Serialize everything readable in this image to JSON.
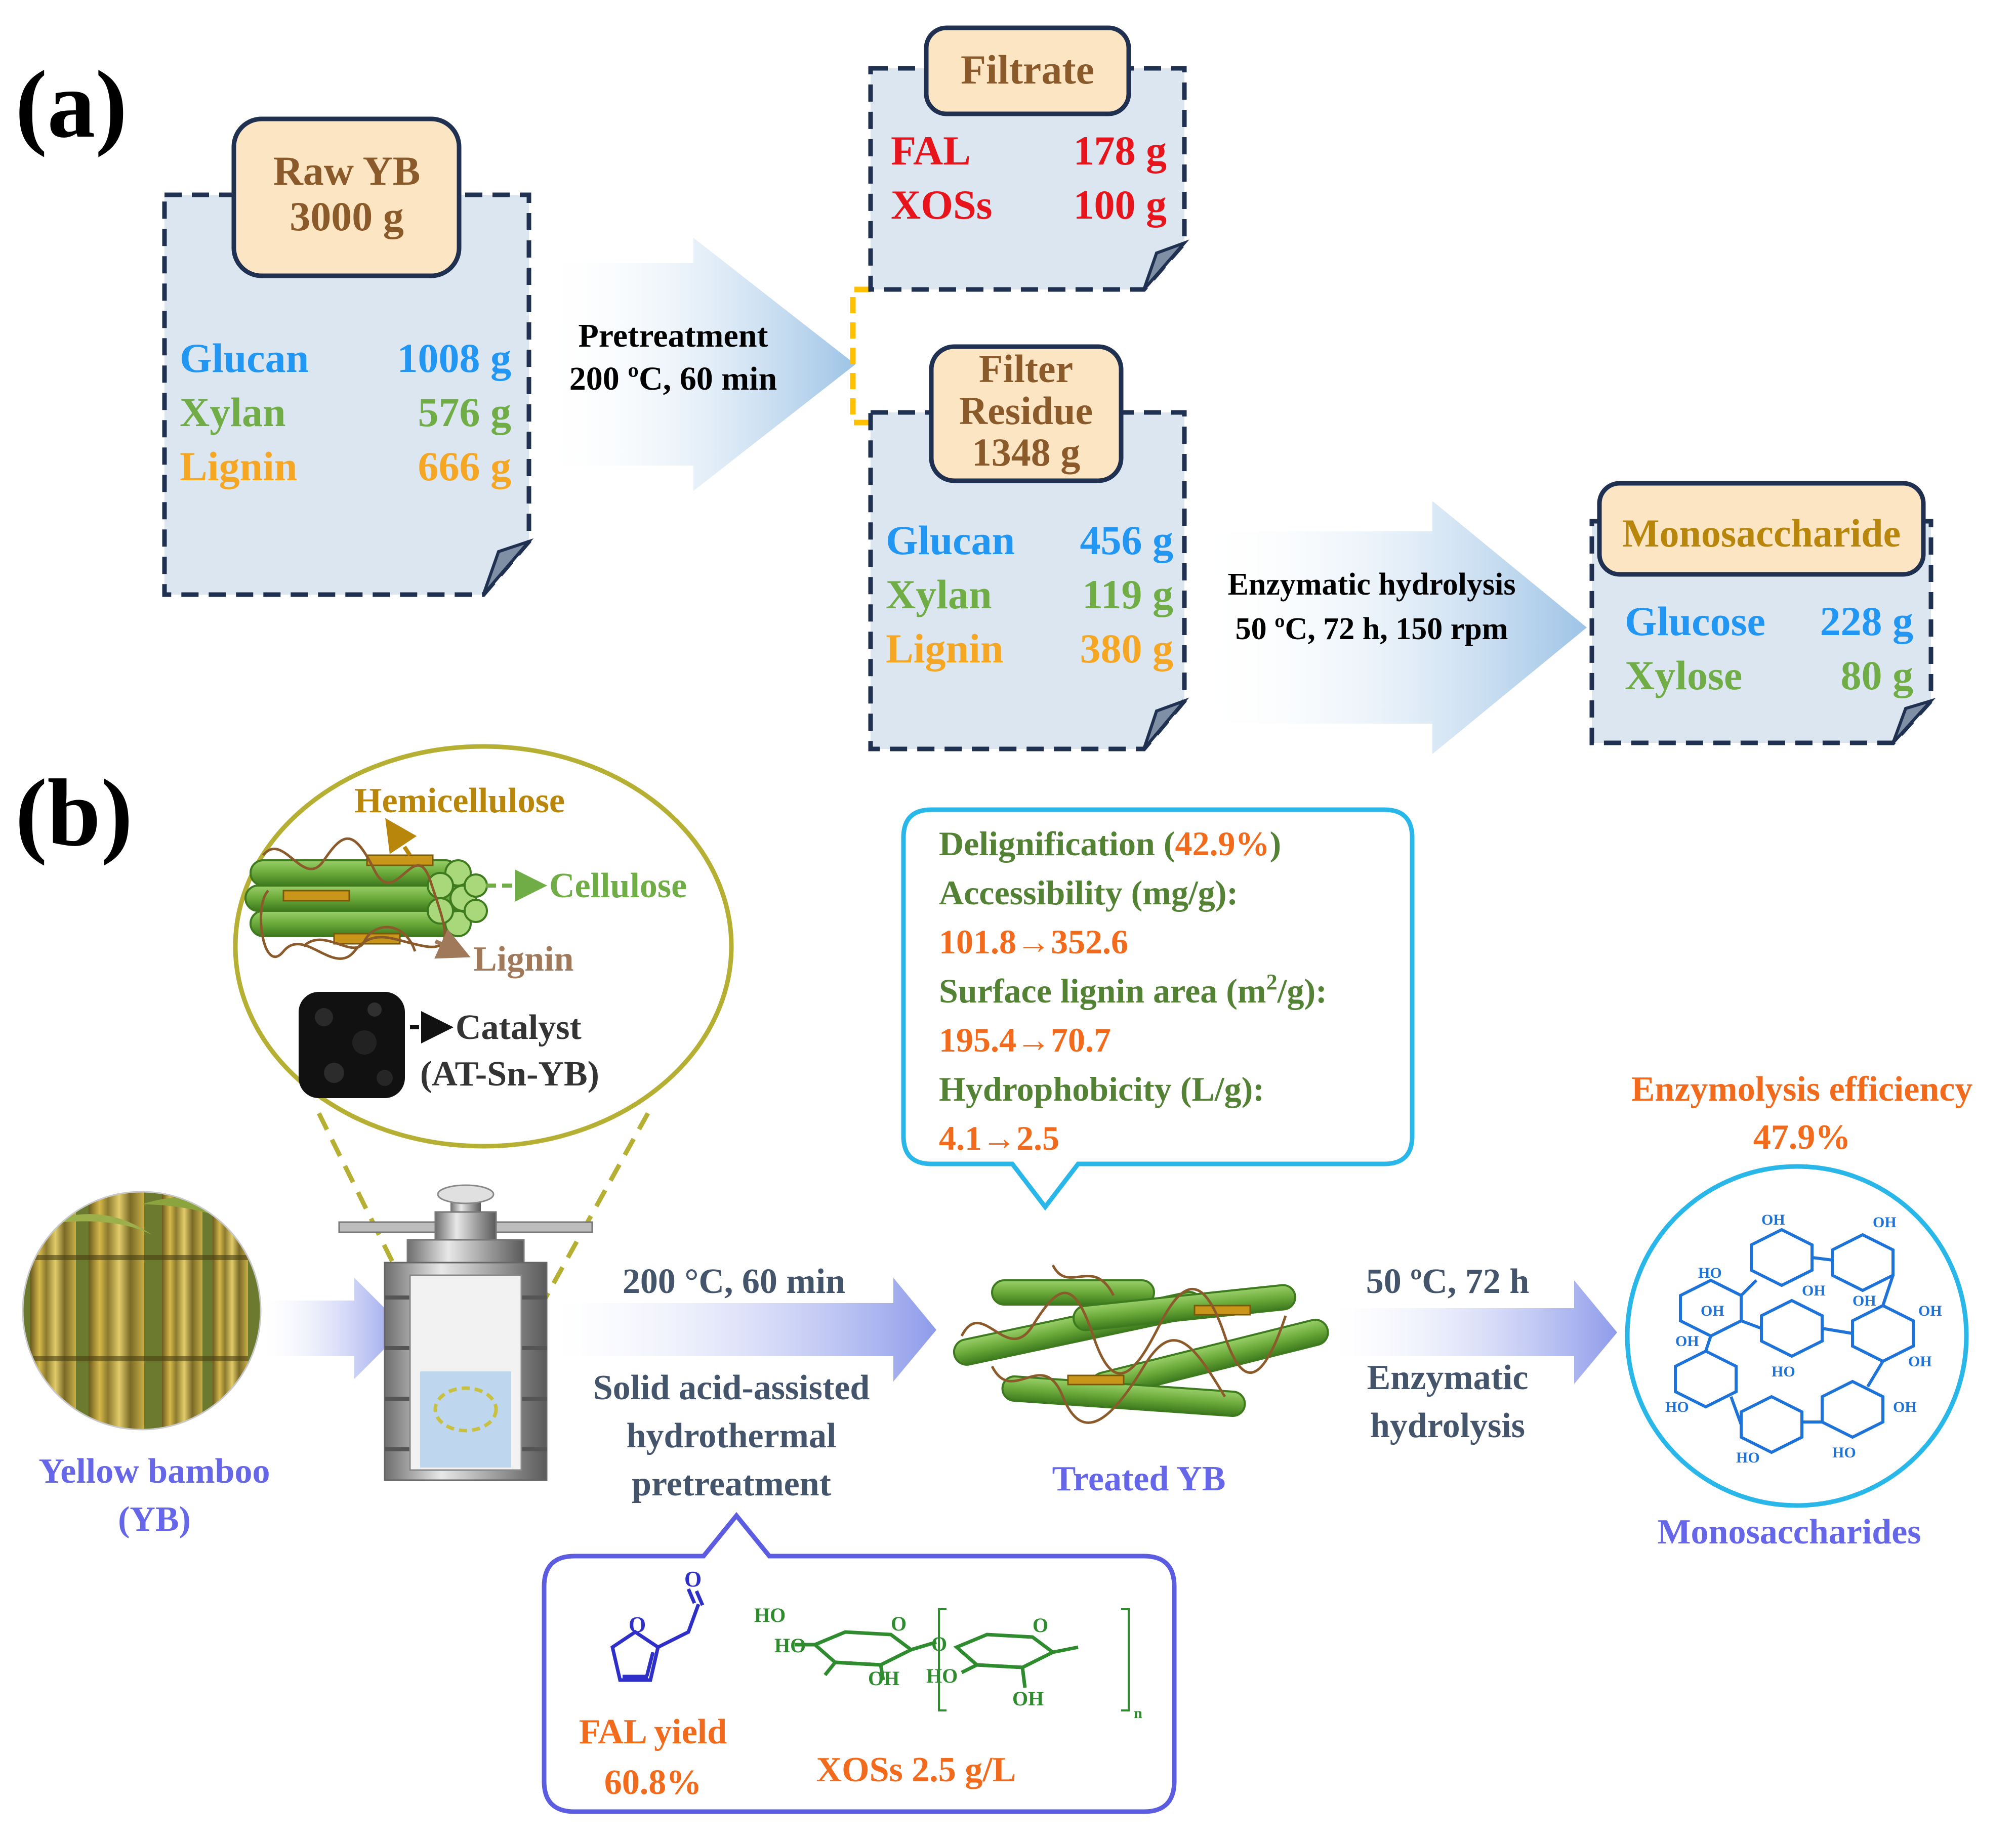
{
  "panel_a": {
    "label": "(a)",
    "raw": {
      "title_line1": "Raw YB",
      "title_line2": "3000 g",
      "rows": [
        {
          "name": "Glucan",
          "value": "1008 g",
          "color": "#2196F3"
        },
        {
          "name": "Xylan",
          "value": "576 g",
          "color": "#70AD47"
        },
        {
          "name": "Lignin",
          "value": "666 g",
          "color": "#F5A623"
        }
      ]
    },
    "pretreatment": {
      "line1": "Pretreatment",
      "line2": "200 ºC, 60 min"
    },
    "filtrate": {
      "title": "Filtrate",
      "rows": [
        {
          "name": "FAL",
          "value": "178 g",
          "color": "#E8141C"
        },
        {
          "name": "XOSs",
          "value": "100 g",
          "color": "#E8141C"
        }
      ]
    },
    "residue": {
      "title_line1": "Filter",
      "title_line2": "Residue",
      "title_line3": "1348 g",
      "rows": [
        {
          "name": "Glucan",
          "value": "456 g",
          "color": "#2196F3"
        },
        {
          "name": "Xylan",
          "value": "119 g",
          "color": "#70AD47"
        },
        {
          "name": "Lignin",
          "value": "380 g",
          "color": "#F5A623"
        }
      ]
    },
    "enzymatic": {
      "line1": "Enzymatic hydrolysis",
      "line2": "50 ºC, 72 h, 150 rpm"
    },
    "mono": {
      "title": "Monosaccharide",
      "rows": [
        {
          "name": "Glucose",
          "value": "228 g",
          "color": "#2196F3"
        },
        {
          "name": "Xylose",
          "value": "80 g",
          "color": "#70AD47"
        }
      ]
    }
  },
  "panel_b": {
    "label": "(b)",
    "zoom": {
      "hemicellulose": "Hemicellulose",
      "cellulose": "Cellulose",
      "lignin": "Lignin",
      "catalyst_line1": "Catalyst",
      "catalyst_line2": "(AT-Sn-YB)"
    },
    "bamboo_line1": "Yellow bamboo",
    "bamboo_line2": "(YB)",
    "step1_cond": "200 °C, 60 min",
    "step1_line1": "Solid acid-assisted",
    "step1_line2": "hydrothermal",
    "step1_line3": "pretreatment",
    "treated": "Treated YB",
    "step2_cond": "50 ºC, 72 h",
    "step2_line1": "Enzymatic",
    "step2_line2": "hydrolysis",
    "callout": {
      "delig_label": "Delignification (",
      "delig_value": "42.9%",
      "delig_close": ")",
      "access_label": "Accessibility (mg/g):",
      "access_value": "101.8→352.6",
      "surface_label": "Surface lignin area (m",
      "surface_sup": "2",
      "surface_tail": "/g):",
      "surface_value": "195.4→70.7",
      "hydro_label": "Hydrophobicity (L/g):",
      "hydro_value": "4.1→2.5"
    },
    "efficiency_line1": "Enzymolysis efficiency",
    "efficiency_line2": "47.9%",
    "monosaccharides": "Monosaccharides",
    "products": {
      "fal_line1": "FAL yield",
      "fal_line2": "60.8%",
      "xoss": "XOSs 2.5 g/L",
      "atoms": {
        "O": "O",
        "OH": "OH",
        "HO": "HO",
        "n": "n"
      }
    }
  },
  "colors": {
    "box_fill": "#DCE6F1",
    "box_stroke": "#1F3050",
    "tag_fill": "#FBE5C2",
    "tag_text": "#8B5A2B",
    "orange": "#F26A1B",
    "green_text": "#548235",
    "purple_text": "#6666E8",
    "navy_text": "#44546A",
    "cyan": "#29B6E8",
    "olive": "#B5B033"
  }
}
